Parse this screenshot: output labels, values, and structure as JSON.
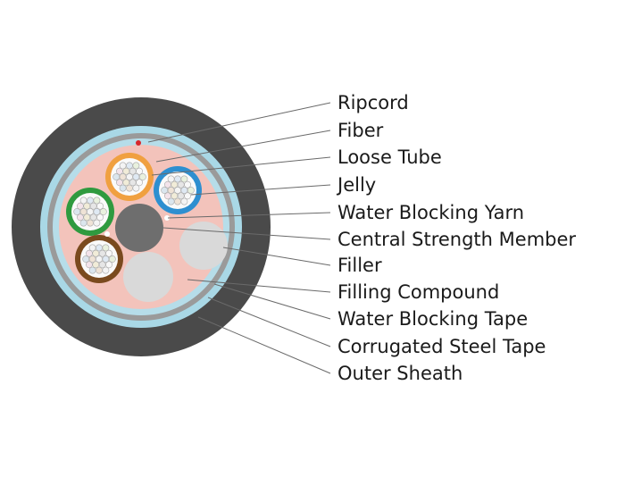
{
  "diagram": {
    "labels": [
      "Ripcord",
      "Fiber",
      "Loose Tube",
      "Jelly",
      "Water Blocking Yarn",
      "Central Strength Member",
      "Filler",
      "Filling Compound",
      "Water Blocking Tape",
      "Corrugated Steel Tape",
      "Outer Sheath"
    ]
  },
  "colors": {
    "outer_sheath": "#4a4a4a",
    "water_blocking_tape": "#a9d8e6",
    "steel_tape": "#9a9a9a",
    "filling_compound": "#f3c3bb",
    "central_member": "#6e6e6e",
    "filler": "#d9d9d9",
    "ripcord": "#d8272b",
    "tube_orange": "#f0a040",
    "tube_blue": "#2e8fd0",
    "tube_green": "#2f9a3f",
    "tube_brown": "#7a4a1e",
    "leader_line": "#6a6a6a"
  }
}
